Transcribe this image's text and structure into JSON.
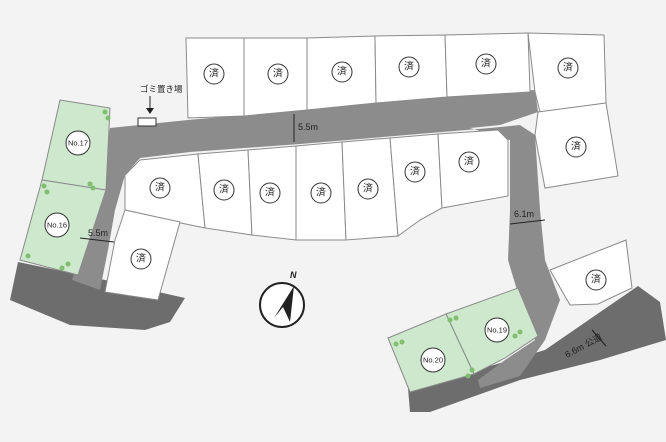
{
  "sold_mark": "済",
  "labels": {
    "garbage": "ゴミ置き場",
    "road_top": "5.5m",
    "road_left": "5.5m",
    "road_right": "6.1m",
    "public_road": "6.6m 公道",
    "north": "N"
  },
  "lots": {
    "no17": "No.17",
    "no16": "No.16",
    "no19": "No.19",
    "no20": "No.20"
  },
  "colors": {
    "road": "#8c8c8c",
    "road_dark": "#6d6d6d",
    "available_lot": "#cde8cd",
    "sold_lot": "#ffffff"
  }
}
